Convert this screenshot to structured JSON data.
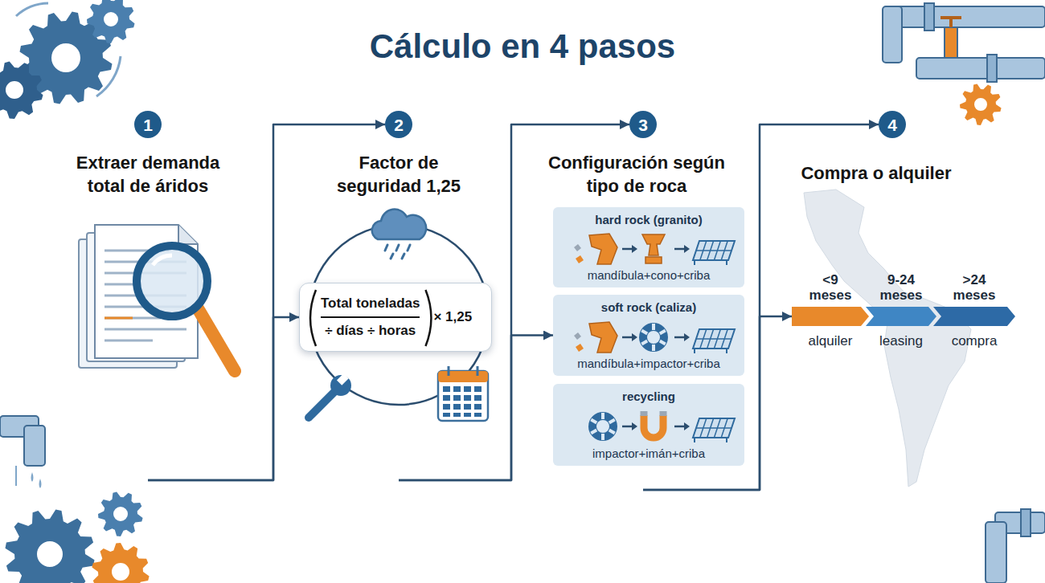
{
  "diagram": {
    "title": "Cálculo en 4 pasos",
    "nodes": [
      {
        "text": [
          "1",
          "Extraer demanda total de áridos"
        ]
      },
      {
        "text": [
          "2",
          "Factor de seguridad 1,25"
        ]
      },
      {
        "text": [
          "Total toneladas",
          "÷ días ÷ horas",
          "× 1,25"
        ]
      },
      {
        "text": [
          "3",
          "Configuración según tipo de roca"
        ]
      },
      {
        "text": [
          "hard rock (granito)",
          "mandíbula+cono+criba"
        ]
      },
      {
        "text": [
          "soft rock (caliza)",
          "mandíbula+impactor+criba"
        ]
      },
      {
        "text": [
          "recycling",
          "impactor+imán+criba"
        ]
      },
      {
        "text": [
          "4",
          "Compra o alquiler"
        ]
      },
      {
        "text": [
          "<9 meses",
          "alquiler"
        ]
      },
      {
        "text": [
          "9-24 meses",
          "leasing"
        ]
      },
      {
        "text": [
          ">24 meses",
          "compra"
        ]
      }
    ],
    "edges": [
      {
        "from": 0,
        "to": 1,
        "arrow": "to"
      },
      {
        "from": 0,
        "to": 2,
        "arrow": "to"
      },
      {
        "from": 1,
        "to": 3,
        "arrow": "to"
      },
      {
        "from": 1,
        "to": 5,
        "arrow": "to"
      },
      {
        "from": 3,
        "to": 7,
        "arrow": "to"
      },
      {
        "from": 3,
        "to": 8,
        "arrow": "to"
      }
    ]
  }
}
